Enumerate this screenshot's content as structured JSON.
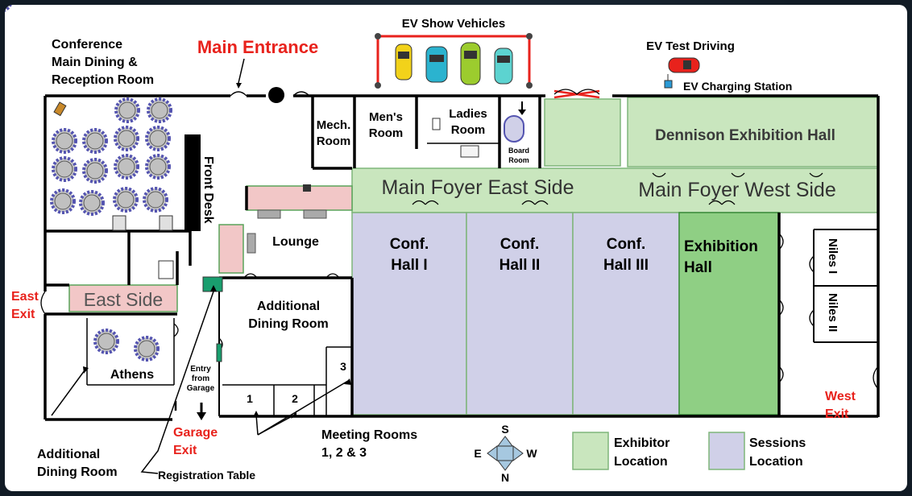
{
  "colors": {
    "exhibitor": "#c9e6be",
    "sessions": "#d0d0e8",
    "exhibition_hall": "#8fcf84",
    "accent_red": "#e8221c",
    "foyer_pink": "#f2c7c7"
  },
  "labels": {
    "ev_show_vehicles": "EV Show Vehicles",
    "ev_test_driving": "EV Test Driving",
    "ev_charging": "EV Charging Station",
    "main_entrance": "Main Entrance",
    "conference_dining": [
      "Conference",
      "Main Dining  &",
      "Reception Room"
    ],
    "mech_room": [
      "Mech.",
      "Room"
    ],
    "mens_room": [
      "Men's",
      "Room"
    ],
    "ladies_room": [
      "Ladies",
      "Room"
    ],
    "board_room": [
      "Board",
      "Room"
    ],
    "dennison": "Dennison Exhibition Hall",
    "foyer_east": "Main Foyer East Side",
    "foyer_west": "Main Foyer West Side",
    "front_desk": "Front Desk",
    "lounge": "Lounge",
    "conf_hall_1": [
      "Conf.",
      "Hall I"
    ],
    "conf_hall_2": [
      "Conf.",
      "Hall II"
    ],
    "conf_hall_3": [
      "Conf.",
      "Hall III"
    ],
    "exhibition_hall": [
      "Exhibition",
      "Hall"
    ],
    "niles_1": "Niles I",
    "niles_2": "Niles II",
    "east_exit": [
      "East",
      "Exit"
    ],
    "east_side": "East Side",
    "additional_dining_room_inner": [
      "Additional",
      "Dining Room"
    ],
    "athens": "Athens",
    "entry_from_garage": [
      "Entry",
      "from",
      "Garage"
    ],
    "room_1": "1",
    "room_2": "2",
    "room_3": "3",
    "west_exit": [
      "West",
      "Exit"
    ],
    "garage_exit": [
      "Garage",
      "Exit"
    ],
    "additional_dining_room_callout": [
      "Additional",
      "Dining Room"
    ],
    "registration_table": "Registration Table",
    "meeting_rooms": [
      "Meeting Rooms",
      "1, 2 & 3"
    ],
    "compass": {
      "n": "N",
      "s": "S",
      "e": "E",
      "w": "W"
    },
    "legend_exhibitor": [
      "Exhibitor",
      "Location"
    ],
    "legend_sessions": [
      "Sessions",
      "Location"
    ]
  }
}
